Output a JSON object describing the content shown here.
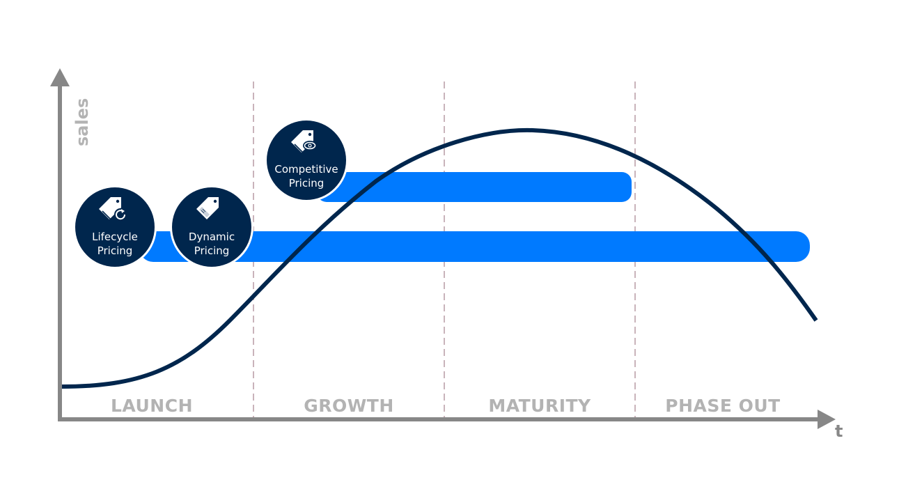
{
  "diagram": {
    "title": "Pricing strategies across the product lifecycle",
    "y_axis_label": "sales",
    "x_axis_label": "t",
    "phases": [
      {
        "id": "launch",
        "label": "LAUNCH"
      },
      {
        "id": "growth",
        "label": "GROWTH"
      },
      {
        "id": "maturity",
        "label": "MATURITY"
      },
      {
        "id": "phase_out",
        "label": "PHASE OUT"
      }
    ],
    "strategies": [
      {
        "id": "lifecycle",
        "line1": "Lifecycle",
        "line2": "Pricing",
        "icon": "price-tag-refresh-icon",
        "starts_phase": "launch",
        "ends_phase": "phase_out"
      },
      {
        "id": "dynamic",
        "line1": "Dynamic",
        "line2": "Pricing",
        "icon": "price-tag-barcode-icon",
        "starts_phase": "launch",
        "ends_phase": "phase_out"
      },
      {
        "id": "competitive",
        "line1": "Competitive",
        "line2": "Pricing",
        "icon": "price-tag-eye-icon",
        "starts_phase": "growth",
        "ends_phase": "maturity"
      }
    ],
    "curve": {
      "name": "sales-curve",
      "shape": "product lifecycle (rise, peak in maturity, decline in phase out)"
    },
    "colors": {
      "curve": "#00264d",
      "bar": "#007aff",
      "badge": "#00264d",
      "axis": "#878787",
      "phase_text": "#b3b3b3",
      "divider": "#c9b3ba"
    }
  }
}
